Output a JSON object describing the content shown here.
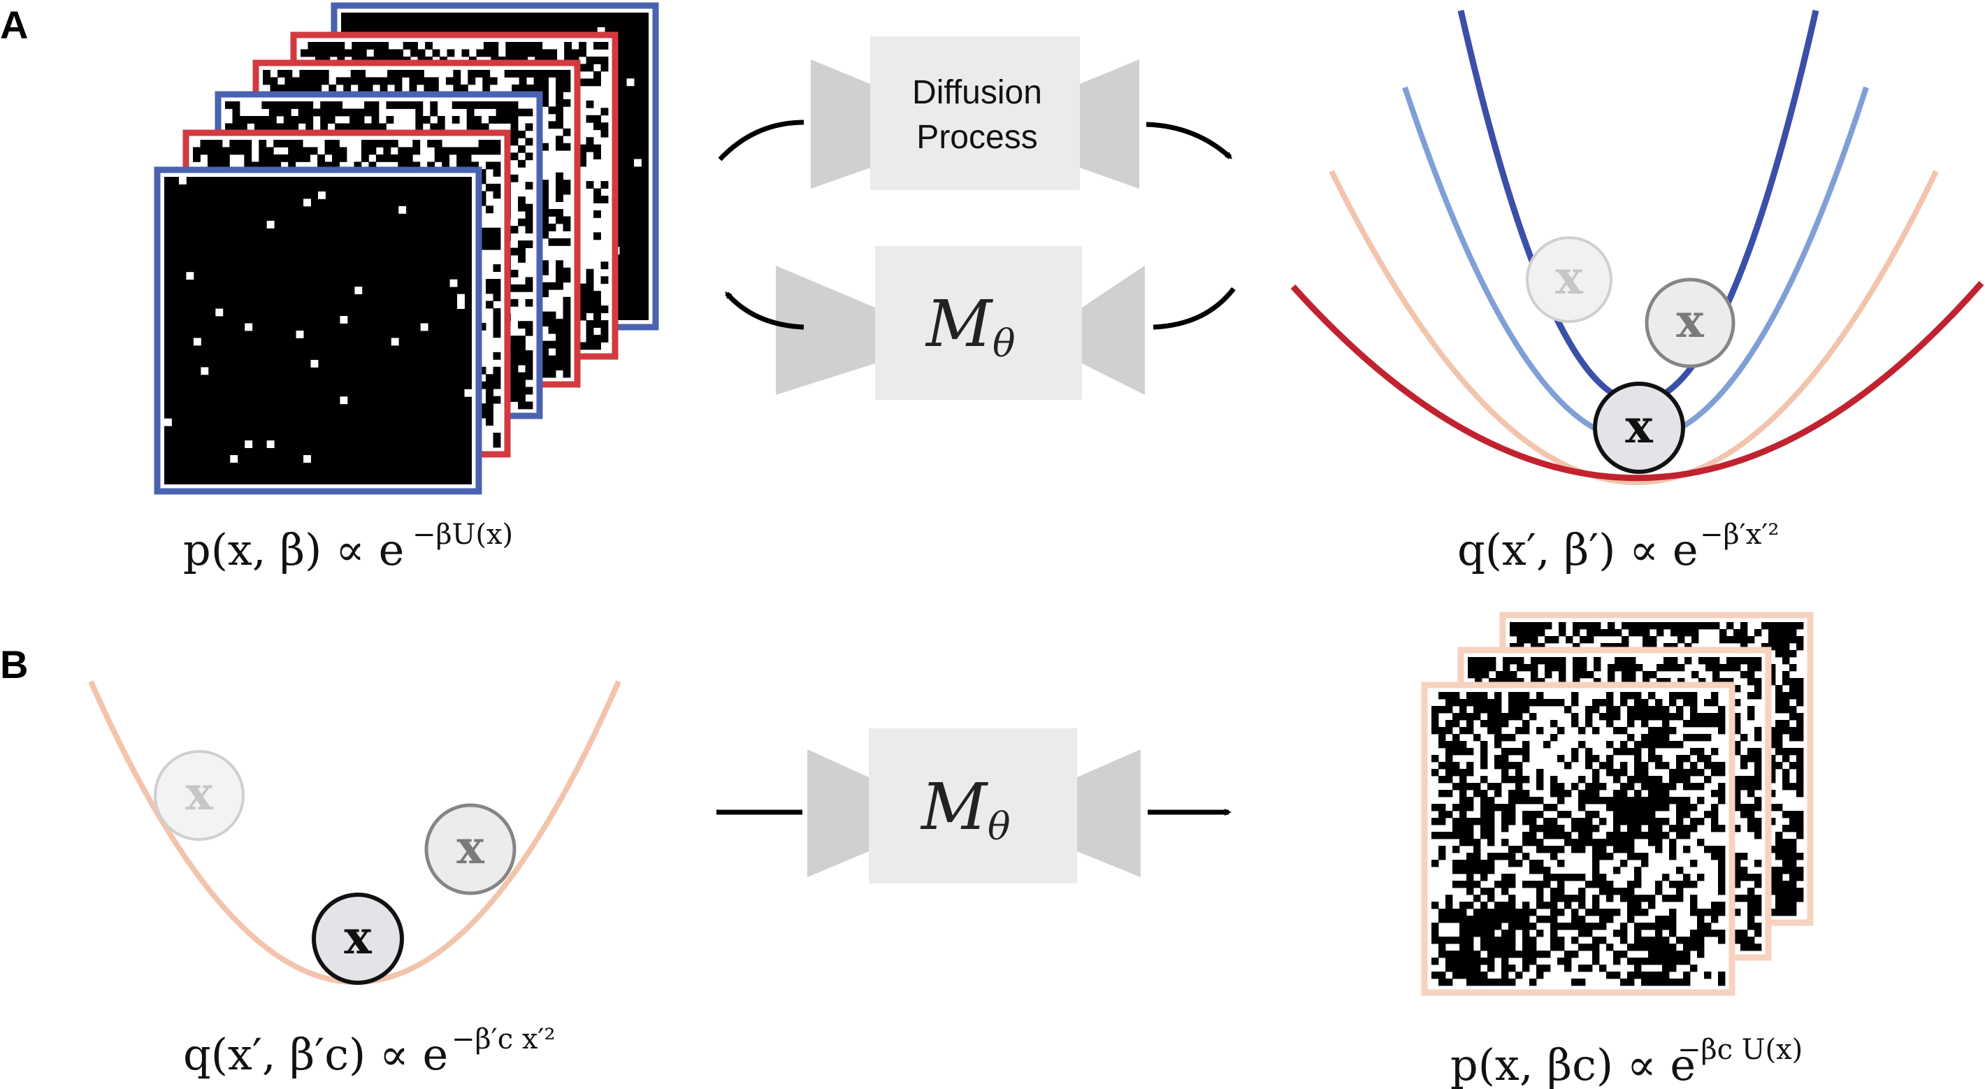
{
  "labels": {
    "panel_a": "A",
    "panel_b": "B"
  },
  "boxes": {
    "diffusion_line1": "Diffusion",
    "diffusion_line2": "Process",
    "model_symbol": "M",
    "model_subscript": "θ"
  },
  "formulas": {
    "a_left": {
      "base": "p(x, β) ∝ e",
      "exponent": "−βU(x)"
    },
    "a_right": {
      "base": "q(x′, β′) ∝ e",
      "exponent": "−β′x′²"
    },
    "b_left": {
      "base": "q(x′, β′c) ∝ e",
      "exponent": "−β′c x′²"
    },
    "b_right": {
      "base": "p(x, βc) ∝ e",
      "exponent": "−βc U(x)"
    }
  },
  "particle_symbol": "x",
  "colors": {
    "dark_blue": "#3a4fa8",
    "mid_blue": "#7f9fd6",
    "peach": "#f2c4ad",
    "dark_red": "#c1222f",
    "frame_blue": "#4a63b0",
    "frame_red": "#d23a3f",
    "frame_peach": "#f6d2bf",
    "box_fill": "#ebebeb",
    "trapezoid_fill": "#cfd0d2"
  }
}
